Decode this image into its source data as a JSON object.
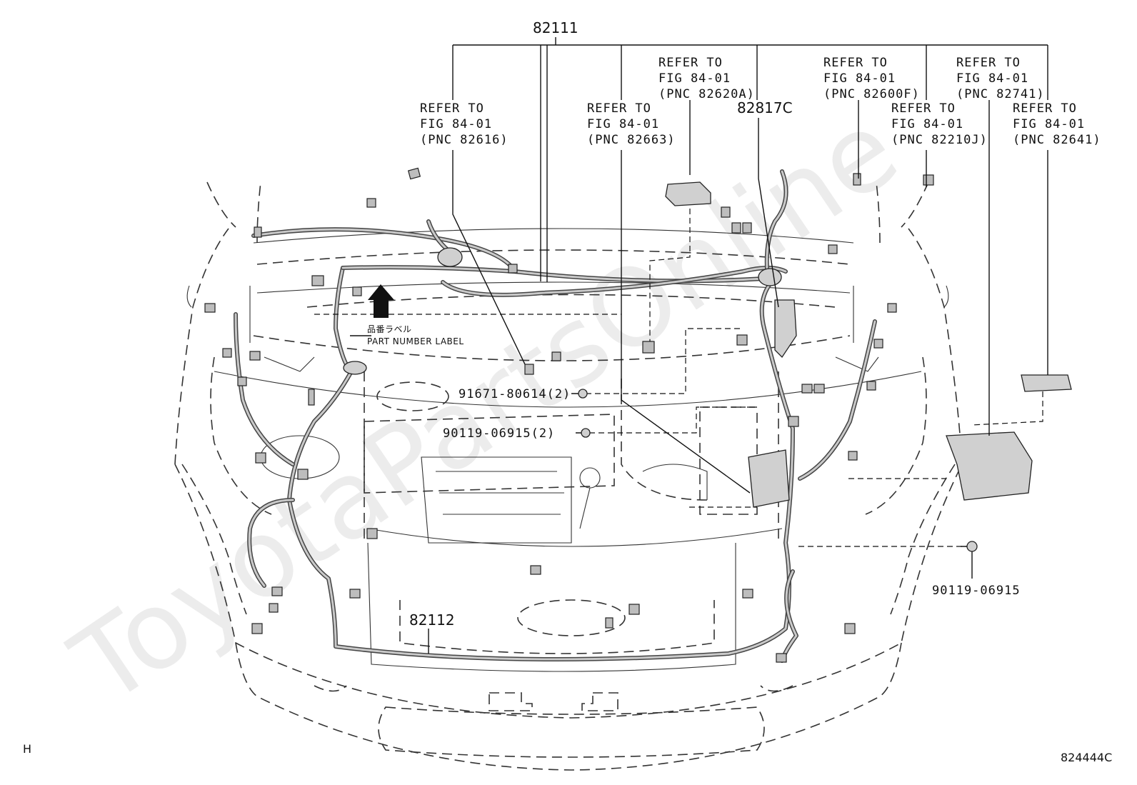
{
  "watermark": "ToyotaPartsOnline",
  "labels": {
    "harness_main": "82111",
    "harness_front": "82112",
    "part_82817c": "82817C",
    "bolt_1": "91671-80614(2)",
    "bolt_2": "90119-06915(2)",
    "bolt_3": "90119-06915",
    "part_label_jp": "品番ラベル",
    "part_label_en": "PART NUMBER LABEL"
  },
  "refer_notes": [
    {
      "line1": "REFER TO",
      "line2": "FIG 84-01",
      "line3": "(PNC 82616)"
    },
    {
      "line1": "REFER TO",
      "line2": "FIG 84-01",
      "line3": "(PNC 82663)"
    },
    {
      "line1": "REFER TO",
      "line2": "FIG 84-01",
      "line3": "(PNC 82620A)"
    },
    {
      "line1": "REFER TO",
      "line2": "FIG 84-01",
      "line3": "(PNC 82600F)"
    },
    {
      "line1": "REFER TO",
      "line2": "FIG 84-01",
      "line3": "(PNC 82210J)"
    },
    {
      "line1": "REFER TO",
      "line2": "FIG 84-01",
      "line3": "(PNC 82741)"
    },
    {
      "line1": "REFER TO",
      "line2": "FIG 84-01",
      "line3": "(PNC 82641)"
    }
  ],
  "footer": {
    "left_mark": "H",
    "figure_id": "824444C"
  }
}
